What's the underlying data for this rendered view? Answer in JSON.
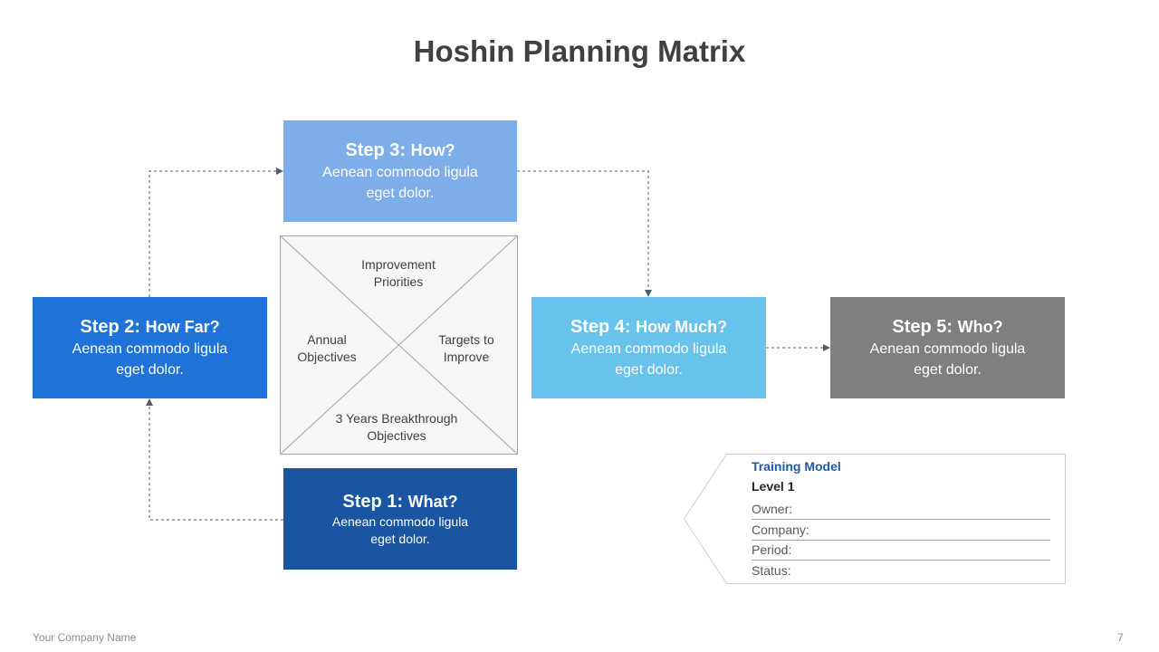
{
  "title": "Hoshin Planning Matrix",
  "steps": {
    "step1": {
      "label": "Step 1:",
      "question": "What?",
      "text": "Aenean commodo ligula eget dolor.",
      "color": "#1955a0"
    },
    "step2": {
      "label": "Step 2:",
      "question": "How Far?",
      "text": "Aenean commodo ligula eget dolor.",
      "color": "#1f73d8"
    },
    "step3": {
      "label": "Step 3:",
      "question": "How?",
      "text": "Aenean commodo ligula eget dolor.",
      "color": "#7eaee9"
    },
    "step4": {
      "label": "Step 4:",
      "question": "How Much?",
      "text": "Aenean commodo ligula eget dolor.",
      "color": "#67c2ec"
    },
    "step5": {
      "label": "Step 5:",
      "question": "Who?",
      "text": "Aenean commodo ligula eget dolor.",
      "color": "#7f7f7f"
    }
  },
  "matrix": {
    "top": "Improvement Priorities",
    "left": "Annual Objectives",
    "right": "Targets to Improve",
    "bottom": "3 Years Breakthrough Objectives"
  },
  "card": {
    "title": "Training Model",
    "level": "Level 1",
    "owner": "Owner:",
    "company": "Company:",
    "period": "Period:",
    "status": "Status:"
  },
  "footer": {
    "company": "Your Company  Name",
    "page": "7"
  }
}
